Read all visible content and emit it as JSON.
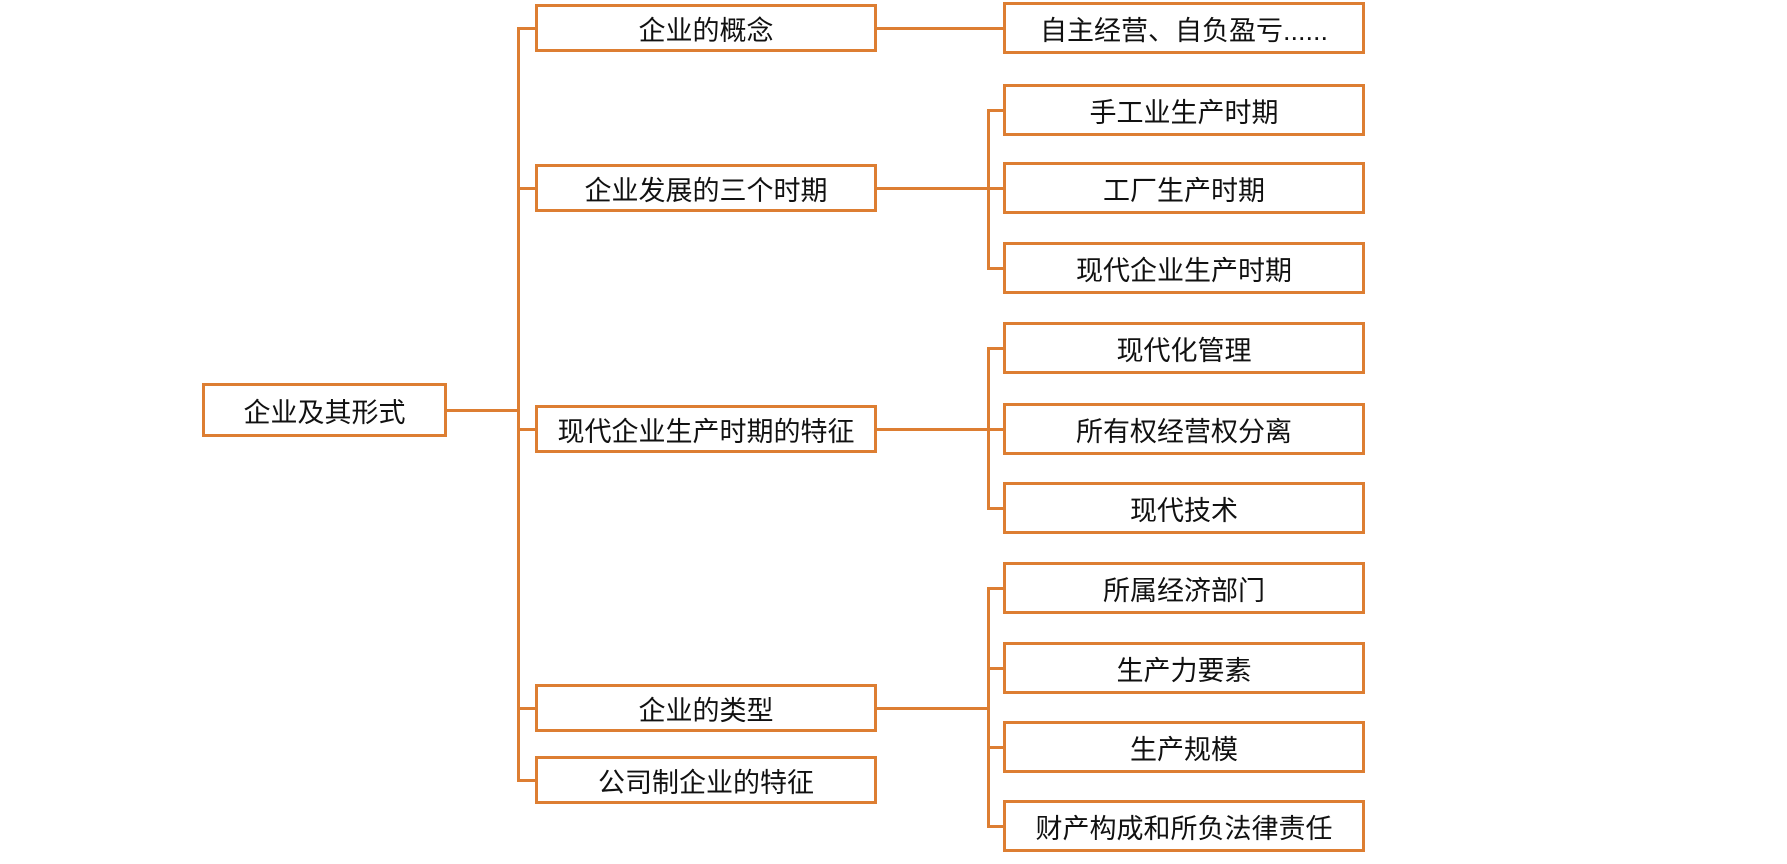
{
  "diagram": {
    "type": "mindmap",
    "accent_color": "#DD7E32",
    "text_color": "#111111",
    "background_color": "#ffffff",
    "root": {
      "label": "企业及其形式"
    },
    "branches": [
      {
        "label": "企业的概念",
        "children": [
          {
            "label": "自主经营、自负盈亏......"
          }
        ]
      },
      {
        "label": "企业发展的三个时期",
        "children": [
          {
            "label": "手工业生产时期"
          },
          {
            "label": "工厂生产时期"
          },
          {
            "label": "现代企业生产时期"
          }
        ]
      },
      {
        "label": "现代企业生产时期的特征",
        "children": [
          {
            "label": "现代化管理"
          },
          {
            "label": "所有权经营权分离"
          },
          {
            "label": "现代技术"
          }
        ]
      },
      {
        "label": "企业的类型",
        "children": [
          {
            "label": "所属经济部门"
          },
          {
            "label": "生产力要素"
          },
          {
            "label": "生产规模"
          },
          {
            "label": "财产构成和所负法律责任"
          }
        ]
      },
      {
        "label": "公司制企业的特征",
        "children": []
      }
    ]
  }
}
